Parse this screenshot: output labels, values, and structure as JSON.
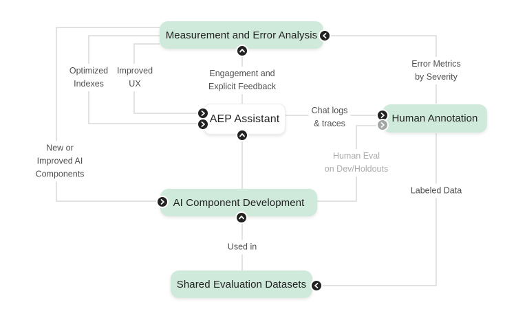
{
  "diagram": {
    "nodes": {
      "measurement": "Measurement and Error Analysis",
      "aep_assistant": "AEP Assistant",
      "human_annotation": "Human Annotation",
      "ai_component_development": "AI Component Development",
      "shared_evaluation_datasets": "Shared Evaluation Datasets"
    },
    "edges": {
      "optimized_indexes": [
        "Optimized",
        "Indexes"
      ],
      "improved_ux": [
        "Improved",
        "UX"
      ],
      "engagement_feedback": [
        "Engagement and",
        "Explicit Feedback"
      ],
      "error_metrics": [
        "Error Metrics",
        "by Severity"
      ],
      "chat_logs": [
        "Chat logs",
        "& traces"
      ],
      "human_eval": [
        "Human Eval",
        "on Dev/Holdouts"
      ],
      "new_components": [
        "New or",
        "Improved AI",
        "Components"
      ],
      "labeled_data": [
        "Labeled Data"
      ],
      "used_in": [
        "Used in"
      ]
    },
    "colors": {
      "node_fill_green": "#cfe9db",
      "node_fill_white": "#ffffff",
      "connector_line": "#d9d9d9",
      "edge_label_text": "#4f4f4f",
      "muted_edge_label_text": "#ababab",
      "arrow_circle_black": "#222222",
      "arrow_circle_gray": "#a2a7a4",
      "node_text": "#222222"
    }
  }
}
